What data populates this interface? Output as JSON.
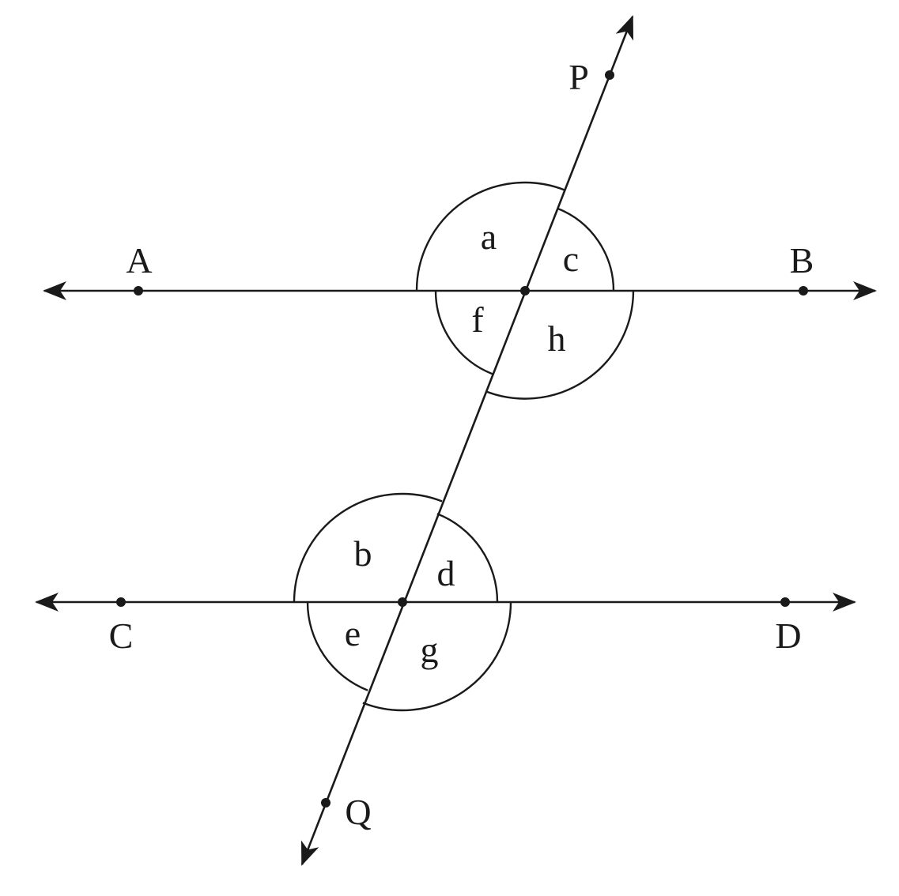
{
  "points": {
    "A": "A",
    "B": "B",
    "C": "C",
    "D": "D",
    "P": "P",
    "Q": "Q"
  },
  "angles": {
    "a": "a",
    "b": "b",
    "c": "c",
    "d": "d",
    "e": "e",
    "f": "f",
    "g": "g",
    "h": "h"
  },
  "colors": {
    "ink": "#1a1a1a",
    "background": "#ffffff"
  }
}
